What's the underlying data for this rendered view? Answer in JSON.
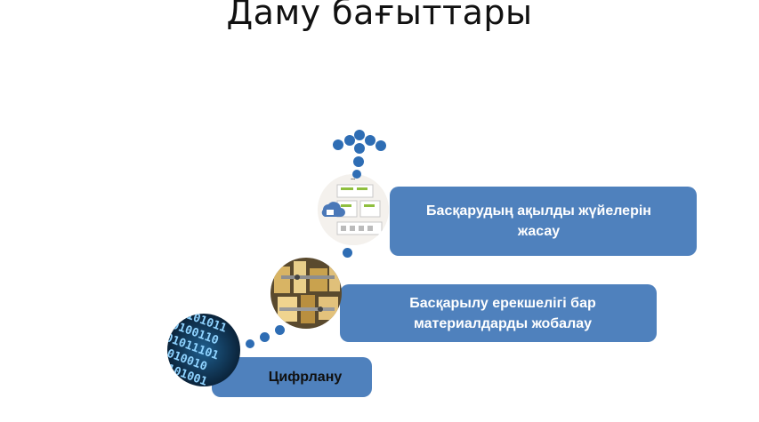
{
  "slide": {
    "title": "Даму бағыттары",
    "steps": [
      {
        "label": "Цифрлану",
        "image": "binary-code-image"
      },
      {
        "label": "Басқарылу ерекшелігі бар\nматериалдарды жобалау",
        "image": "metal-components-image"
      },
      {
        "label": "Басқарудың ақылды жүйелерін\nжасау",
        "image": "smart-system-diagram-image"
      }
    ],
    "colors": {
      "box": "#4f81bd",
      "dots": "#2e6db4",
      "title": "#111111"
    }
  }
}
